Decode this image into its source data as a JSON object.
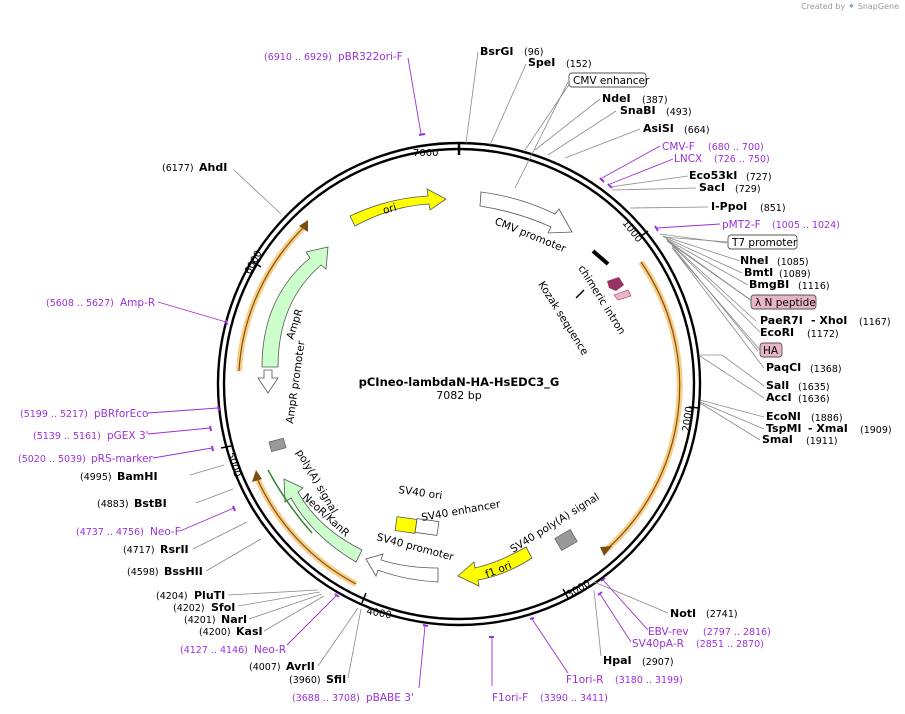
{
  "branding": {
    "created_by": "Created by",
    "app": "SnapGene"
  },
  "plasmid": {
    "name": "pCIneo-lambdaN-HA-HsEDC3_G",
    "size_label": "7082 bp"
  },
  "ticks": [
    "1000",
    "2000",
    "3000",
    "4000",
    "5000",
    "6000",
    "7000"
  ],
  "enzymes_top": [
    {
      "name": "BsrGI",
      "pos": "(96)"
    },
    {
      "name": "SpeI",
      "pos": "(152)"
    },
    {
      "name": "NdeI",
      "pos": "(387)"
    },
    {
      "name": "SnaBI",
      "pos": "(493)"
    },
    {
      "name": "AsiSI",
      "pos": "(664)"
    },
    {
      "name": "Eco53kI",
      "pos": "(727)"
    },
    {
      "name": "SacI",
      "pos": "(729)"
    },
    {
      "name": "I-PpoI",
      "pos": "(851)"
    },
    {
      "name": "NheI",
      "pos": "(1085)"
    },
    {
      "name": "BmtI",
      "pos": "(1089)"
    },
    {
      "name": "BmgBI",
      "pos": "(1116)"
    },
    {
      "name": "PaeR7I",
      "pos": ""
    },
    {
      "name": "- XhoI",
      "pos": "(1167)"
    },
    {
      "name": "EcoRI",
      "pos": "(1172)"
    },
    {
      "name": "PaqCI",
      "pos": "(1368)"
    },
    {
      "name": "SalI",
      "pos": "(1635)"
    },
    {
      "name": "AccI",
      "pos": "(1636)"
    },
    {
      "name": "EcoNI",
      "pos": "(1886)"
    },
    {
      "name": "TspMI",
      "pos": ""
    },
    {
      "name": "- XmaI",
      "pos": "(1909)"
    },
    {
      "name": "SmaI",
      "pos": "(1911)"
    },
    {
      "name": "NotI",
      "pos": "(2741)"
    },
    {
      "name": "HpaI",
      "pos": "(2907)"
    }
  ],
  "enzymes_left": [
    {
      "name": "AhdI",
      "pos": "(6177)"
    },
    {
      "name": "BamHI",
      "pos": "(4995)"
    },
    {
      "name": "BstBI",
      "pos": "(4883)"
    },
    {
      "name": "RsrII",
      "pos": "(4717)"
    },
    {
      "name": "BssHII",
      "pos": "(4598)"
    },
    {
      "name": "PluTI",
      "pos": "(4204)"
    },
    {
      "name": "SfoI",
      "pos": "(4202)"
    },
    {
      "name": "NarI",
      "pos": "(4201)"
    },
    {
      "name": "KasI",
      "pos": "(4200)"
    },
    {
      "name": "AvrII",
      "pos": "(4007)"
    },
    {
      "name": "SfiI",
      "pos": "(3960)"
    }
  ],
  "primers": [
    {
      "name": "pBR322ori-F",
      "pos": "(6910 .. 6929)"
    },
    {
      "name": "CMV-F",
      "pos": "(680 .. 700)"
    },
    {
      "name": "LNCX",
      "pos": "(726 .. 750)"
    },
    {
      "name": "pMT2-F",
      "pos": "(1005 .. 1024)"
    },
    {
      "name": "Amp-R",
      "pos": "(5608 .. 5627)"
    },
    {
      "name": "pBRforEco",
      "pos": "(5199 .. 5217)"
    },
    {
      "name": "pGEX 3'",
      "pos": "(5139 .. 5161)"
    },
    {
      "name": "pRS-marker",
      "pos": "(5020 .. 5039)"
    },
    {
      "name": "Neo-F",
      "pos": "(4737 .. 4756)"
    },
    {
      "name": "Neo-R",
      "pos": "(4127 .. 4146)"
    },
    {
      "name": "EBV-rev",
      "pos": "(2797 .. 2816)"
    },
    {
      "name": "SV40pA-R",
      "pos": "(2851 .. 2870)"
    },
    {
      "name": "F1ori-R",
      "pos": "(3180 .. 3199)"
    },
    {
      "name": "F1ori-F",
      "pos": "(3390 .. 3411)"
    },
    {
      "name": "pBABE 3'",
      "pos": "(3688 .. 3708)"
    }
  ],
  "feature_boxes": [
    "CMV enhancer",
    "T7 promoter",
    "λ N peptide",
    "HA"
  ],
  "features": {
    "ori": "ori",
    "cmv_promoter": "CMV promoter",
    "chimeric_intron": "chimeric intron",
    "kozak": "Kozak sequence",
    "ampr": "AmpR",
    "ampr_promoter": "AmpR promoter",
    "polya": "poly(A) signal",
    "neo": "NeoR/KanR",
    "sv40_ori": "SV40 ori",
    "sv40_enh": "SV40 enhancer",
    "sv40_prom": "SV40 promoter",
    "sv40_polya": "SV40 poly(A) signal",
    "f1_ori": "f1 ori"
  },
  "colors": {
    "ori": "#ffff00",
    "ampr": "#ccffcc",
    "orf": "#f5a623",
    "intron_mark": "#993366",
    "tag_fill": "#e8b4c8",
    "primer": "#9b30d9",
    "gray_feature": "#999999"
  }
}
